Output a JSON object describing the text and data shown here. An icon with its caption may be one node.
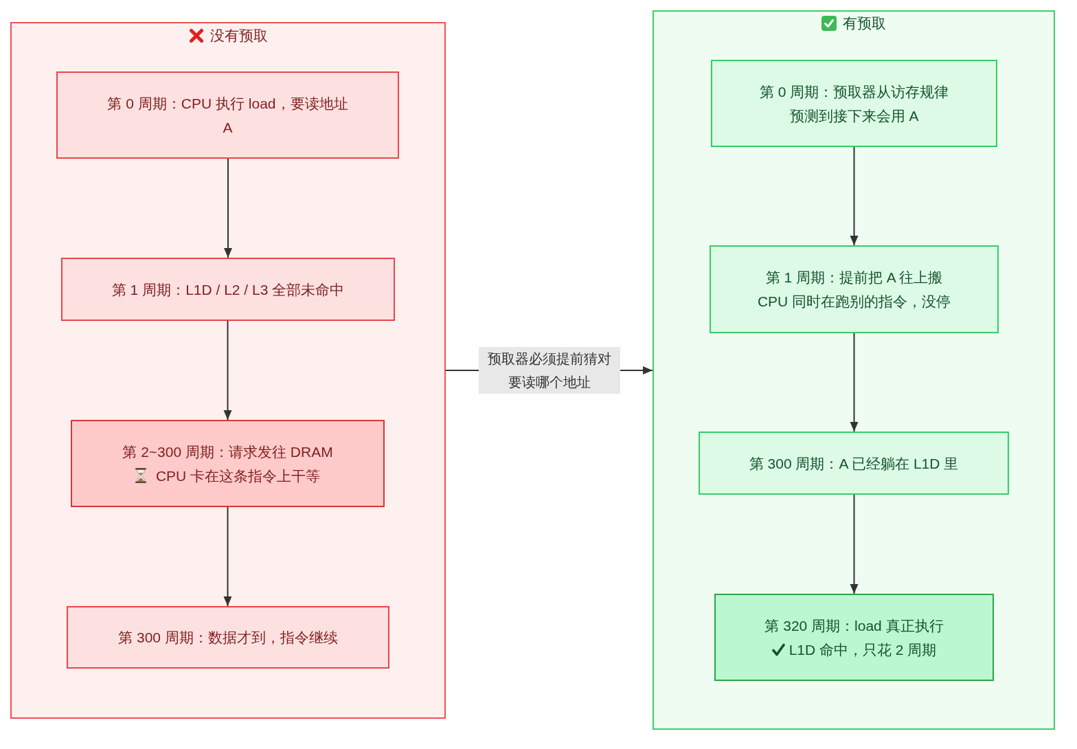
{
  "diagram": {
    "nodes": [
      {
        "text": [
          "没有预取"
        ]
      },
      {
        "text": [
          "第 0 周期：CPU 执行 load，要读地址 A"
        ],
        "in": 0
      },
      {
        "text": [
          "第 1 周期：L1D / L2 / L3 全部未命中"
        ],
        "in": 0
      },
      {
        "text": [
          "第 2~300 周期：请求发往 DRAM",
          "CPU 卡在这条指令上干等"
        ],
        "in": 0
      },
      {
        "text": [
          "第 300 周期：数据才到，指令继续"
        ],
        "in": 0
      },
      {
        "text": [
          "有预取"
        ]
      },
      {
        "text": [
          "第 0 周期：预取器从访存规律",
          "预测到接下来会用 A"
        ],
        "in": 5
      },
      {
        "text": [
          "第 1 周期：提前把 A 往上搬",
          "CPU 同时在跑别的指令，没停"
        ],
        "in": 5
      },
      {
        "text": [
          "第 300 周期：A 已经躺在 L1D 里"
        ],
        "in": 5
      },
      {
        "text": [
          "第 320 周期：load 真正执行",
          "L1D 命中，只花 2 周期"
        ],
        "in": 5
      }
    ],
    "edges": [
      {
        "from": 1,
        "to": 2,
        "arrow": "to"
      },
      {
        "from": 2,
        "to": 3,
        "arrow": "to"
      },
      {
        "from": 3,
        "to": 4,
        "arrow": "to"
      },
      {
        "from": 0,
        "to": 5,
        "arrow": "to",
        "label": "预取器必须提前猜对要读哪个地址"
      },
      {
        "from": 6,
        "to": 7,
        "arrow": "to"
      },
      {
        "from": 7,
        "to": 8,
        "arrow": "to"
      },
      {
        "from": 8,
        "to": 9,
        "arrow": "to"
      }
    ]
  }
}
